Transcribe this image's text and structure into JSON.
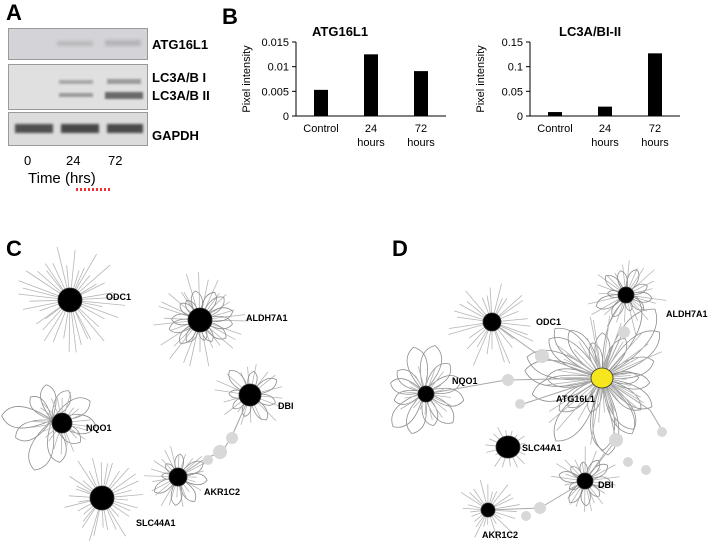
{
  "panels": {
    "A": "A",
    "B": "B",
    "C": "C",
    "D": "D"
  },
  "blot": {
    "rows": [
      {
        "labels": [
          "ATG16L1"
        ]
      },
      {
        "labels": [
          "LC3A/B  I",
          "LC3A/B  II"
        ]
      },
      {
        "labels": [
          "GAPDH"
        ]
      }
    ],
    "lanes": [
      "0",
      "24",
      "72"
    ],
    "xlabel": "Time  (hrs)"
  },
  "chart_data": [
    {
      "type": "bar",
      "title": "ATG16L1",
      "ylabel": "Pixel intensity",
      "categories": [
        [
          "Control"
        ],
        [
          "24",
          "hours"
        ],
        [
          "72",
          "hours"
        ]
      ],
      "values": [
        0.0053,
        0.0125,
        0.0091
      ],
      "ylim": [
        0,
        0.015
      ],
      "yticks": [
        "0",
        "0.005",
        "0.01",
        "0.015"
      ],
      "grid": false
    },
    {
      "type": "bar",
      "title": "LC3A/BI-II",
      "ylabel": "Pixel intensity",
      "categories": [
        [
          "Control"
        ],
        [
          "24",
          "hours"
        ],
        [
          "72",
          "hours"
        ]
      ],
      "values": [
        0.008,
        0.019,
        0.127
      ],
      "ylim": [
        0,
        0.15
      ],
      "yticks": [
        "0",
        "0.05",
        "0.1",
        "0.15"
      ],
      "grid": false
    }
  ],
  "networkC": {
    "nodes": [
      "ODC1",
      "ALDH7A1",
      "NQO1",
      "DBI",
      "AKR1C2",
      "SLC44A1"
    ]
  },
  "networkD": {
    "nodes": [
      "ODC1",
      "ALDH7A1",
      "NQO1",
      "ATG16L1",
      "SLC44A1",
      "DBI",
      "AKR1C2"
    ],
    "highlight_color": "#f5e61e"
  }
}
